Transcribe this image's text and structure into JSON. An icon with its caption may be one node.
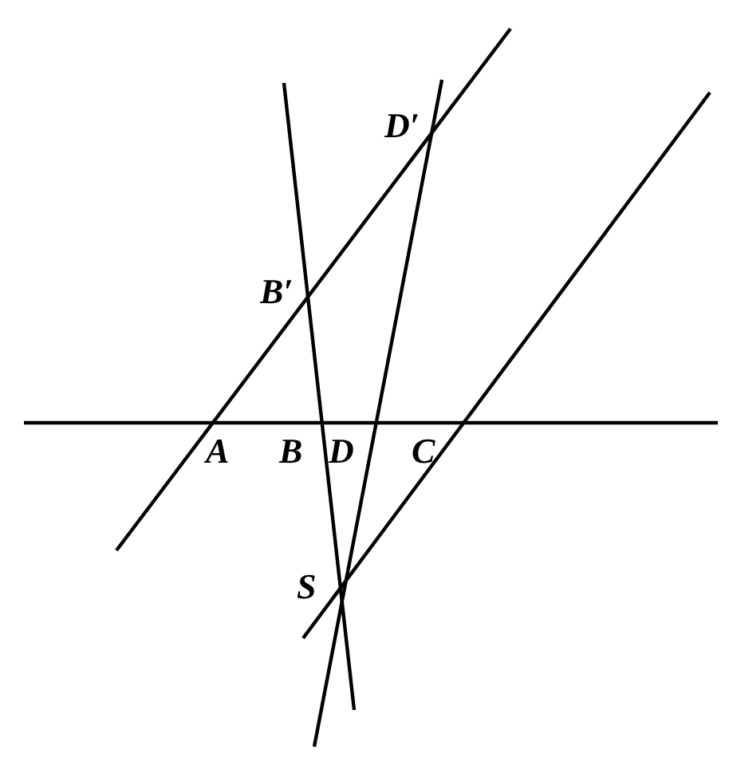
{
  "diagram": {
    "labels": [
      "D′",
      "B′",
      "A",
      "B",
      "D",
      "C",
      "S"
    ]
  }
}
